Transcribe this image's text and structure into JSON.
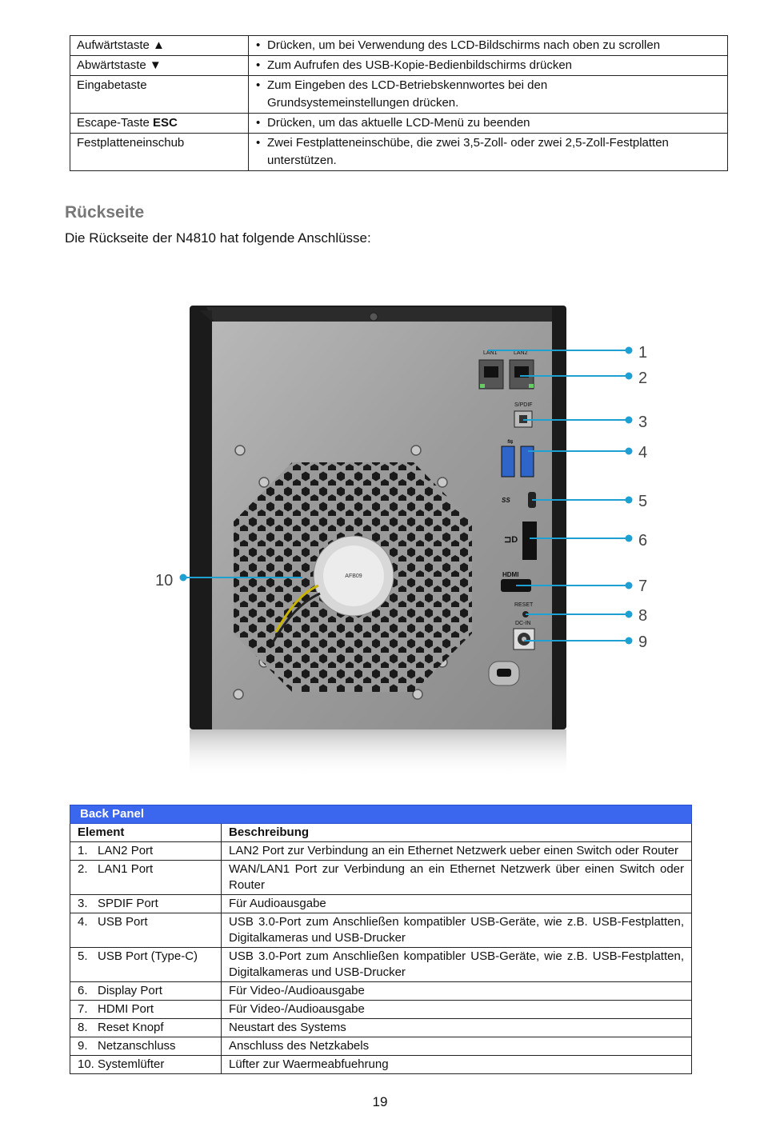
{
  "top_table": {
    "rows": [
      {
        "element": "Aufwärtstaste ▲",
        "bold": "",
        "desc": [
          "Drücken, um bei Verwendung des LCD-Bildschirms nach oben zu scrollen"
        ]
      },
      {
        "element": "Abwärtstaste ▼",
        "bold": "",
        "desc": [
          "Zum Aufrufen des USB-Kopie-Bedienbildschirms drücken"
        ]
      },
      {
        "element": "Eingabetaste",
        "bold": "",
        "desc": [
          "Zum Eingeben des LCD-Betriebskennwortes bei den",
          "Grundsystemeinstellungen drücken."
        ]
      },
      {
        "element": "Escape-Taste ",
        "bold": "ESC",
        "desc": [
          "Drücken, um das aktuelle LCD-Menü zu beenden"
        ]
      },
      {
        "element": "Festplatteneinschub",
        "bold": "",
        "desc": [
          "Zwei Festplatteneinschübe, die zwei 3,5-Zoll- oder zwei 2,5-Zoll-Festplatten",
          "unterstützen."
        ]
      }
    ]
  },
  "section": {
    "heading": "Rückseite",
    "intro": "Die Rückseite der N4810 hat folgende Anschlüsse:"
  },
  "figure": {
    "callouts": [
      "1",
      "2",
      "3",
      "4",
      "5",
      "6",
      "7",
      "8",
      "9",
      "10"
    ],
    "port_labels": {
      "lan1": "LAN1",
      "lan2": "LAN2",
      "spdif": "S/PDIF",
      "ss": "SS",
      "hdmi": "HDMI",
      "reset": "RESET",
      "dcin": "DC-IN",
      "fan_model": "AFB09"
    },
    "colors": {
      "callout": "#1ea0d2",
      "chassis": "#1a1a1a",
      "panel": "#9a9a9a"
    }
  },
  "back_table": {
    "title": "Back Panel",
    "headers": [
      "Element",
      "Beschreibung"
    ],
    "rows": [
      {
        "num": "1.",
        "element": "LAN2 Port",
        "desc": "LAN2 Port zur Verbindung an ein Ethernet Netzwerk ueber einen Switch oder Router"
      },
      {
        "num": "2.",
        "element": "LAN1 Port",
        "desc": "WAN/LAN1 Port zur Verbindung an ein Ethernet Netzwerk über einen Switch oder Router"
      },
      {
        "num": "3.",
        "element": "SPDIF Port",
        "desc": "Für Audioausgabe"
      },
      {
        "num": "4.",
        "element": "USB Port",
        "desc": "USB 3.0-Port zum Anschließen kompatibler USB-Geräte, wie z.B. USB-Festplatten, Digitalkameras und USB-Drucker"
      },
      {
        "num": "5.",
        "element": "USB Port (Type-C)",
        "desc": "USB 3.0-Port zum Anschließen kompatibler USB-Geräte, wie z.B. USB-Festplatten, Digitalkameras und USB-Drucker"
      },
      {
        "num": "6.",
        "element": "Display Port",
        "desc": "Für Video-/Audioausgabe"
      },
      {
        "num": "7.",
        "element": "HDMI Port",
        "desc": "Für Video-/Audioausgabe"
      },
      {
        "num": "8.",
        "element": "Reset Knopf",
        "desc": "Neustart des Systems"
      },
      {
        "num": "9.",
        "element": "Netzanschluss",
        "desc": "Anschluss des Netzkabels"
      },
      {
        "num": "10.",
        "element": "Systemlüfter",
        "desc": "Lüfter zur Waermeabfuehrung"
      }
    ]
  },
  "page_number": "19"
}
